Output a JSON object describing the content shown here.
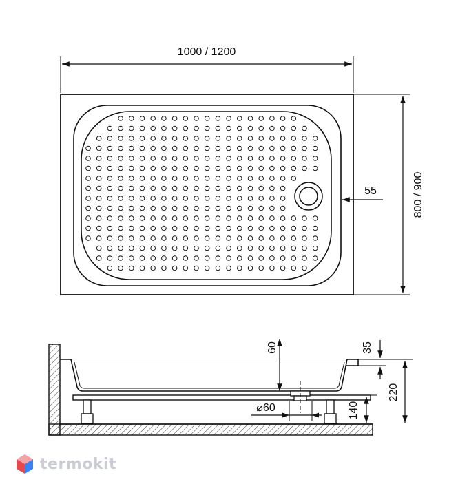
{
  "labels": {
    "width": "1000 / 1200",
    "height": "800 / 900",
    "drain_offset": "55",
    "tray_depth": "60",
    "rim_height": "35",
    "total_height": "220",
    "drain_diameter": "⌀60",
    "leg_height": "140"
  },
  "brand": {
    "name": "termokit",
    "logo_icon": "cube-logo-icon",
    "logo_colors": [
      "#e5484d",
      "#3b82f6",
      "#f4a3a6"
    ]
  }
}
